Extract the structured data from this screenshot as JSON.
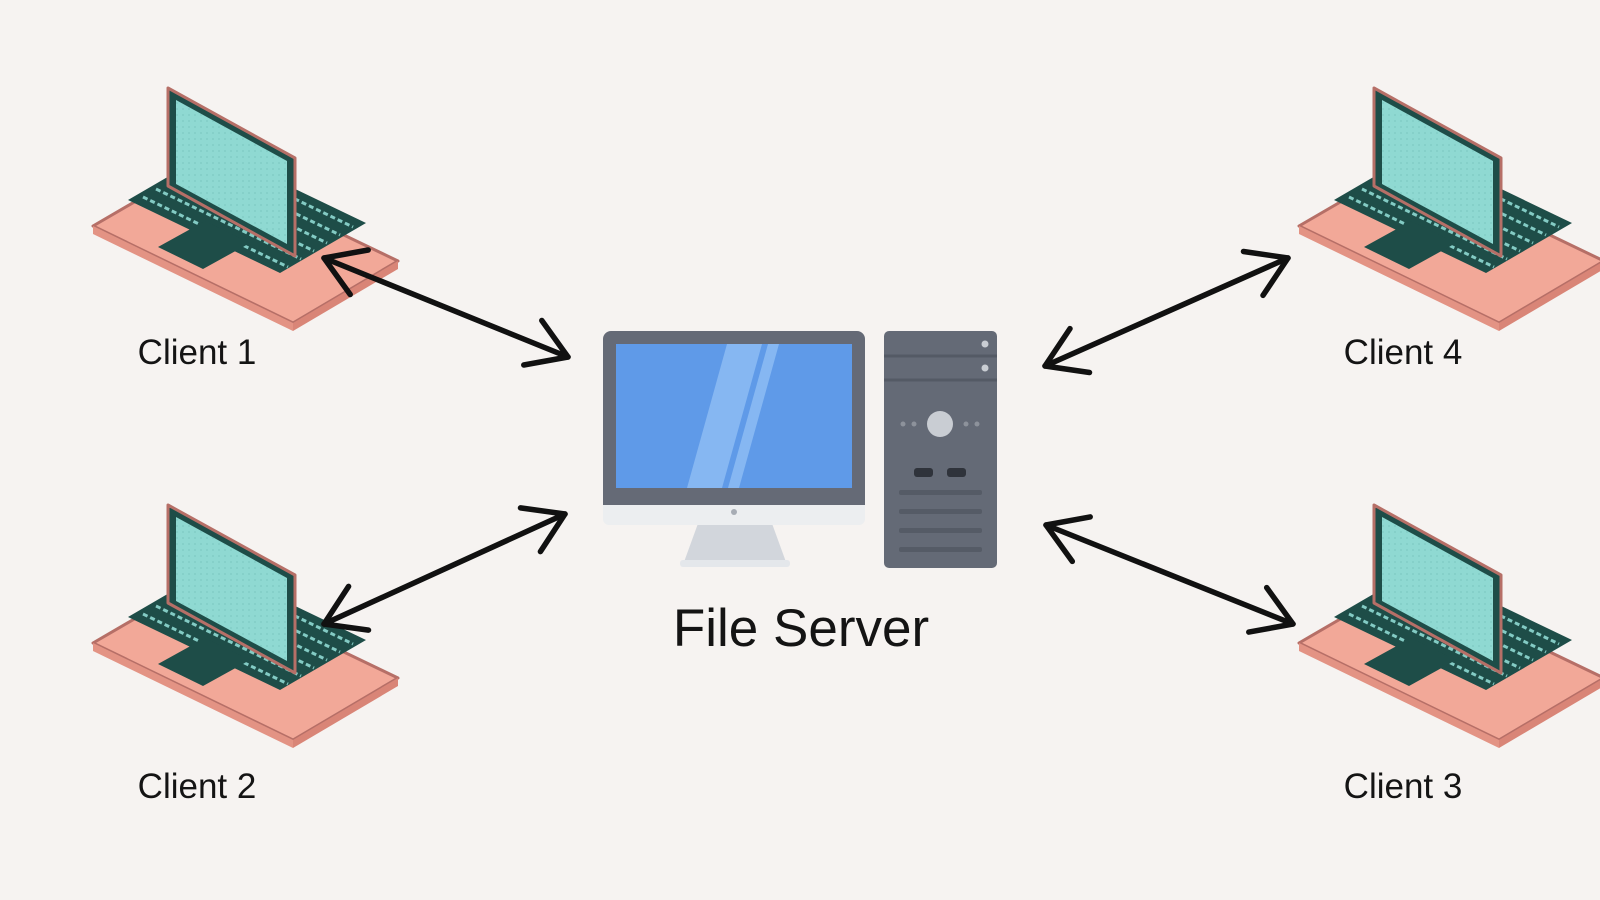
{
  "diagram": {
    "colors": {
      "background": "#f6f3f1",
      "laptop_screen": "#8fd9d2",
      "laptop_frame": "#1e4d48",
      "laptop_base": "#f2a898",
      "laptop_keys": "#1e4d48",
      "monitor_screen": "#5f9ae8",
      "monitor_bezel": "#656a76",
      "tower": "#646a76",
      "stand": "#cfd3d9",
      "arrow": "#111111",
      "text": "#141414"
    },
    "server": {
      "label": "File Server",
      "icons": [
        "monitor-icon",
        "tower-icon"
      ]
    },
    "clients": [
      {
        "id": "client-1",
        "label": "Client 1",
        "icon": "laptop-icon"
      },
      {
        "id": "client-2",
        "label": "Client 2",
        "icon": "laptop-icon"
      },
      {
        "id": "client-3",
        "label": "Client 3",
        "icon": "laptop-icon"
      },
      {
        "id": "client-4",
        "label": "Client 4",
        "icon": "laptop-icon"
      }
    ],
    "connections": [
      {
        "from": "client-1",
        "to": "server",
        "type": "bidirectional"
      },
      {
        "from": "client-2",
        "to": "server",
        "type": "bidirectional"
      },
      {
        "from": "client-3",
        "to": "server",
        "type": "bidirectional"
      },
      {
        "from": "client-4",
        "to": "server",
        "type": "bidirectional"
      }
    ]
  }
}
